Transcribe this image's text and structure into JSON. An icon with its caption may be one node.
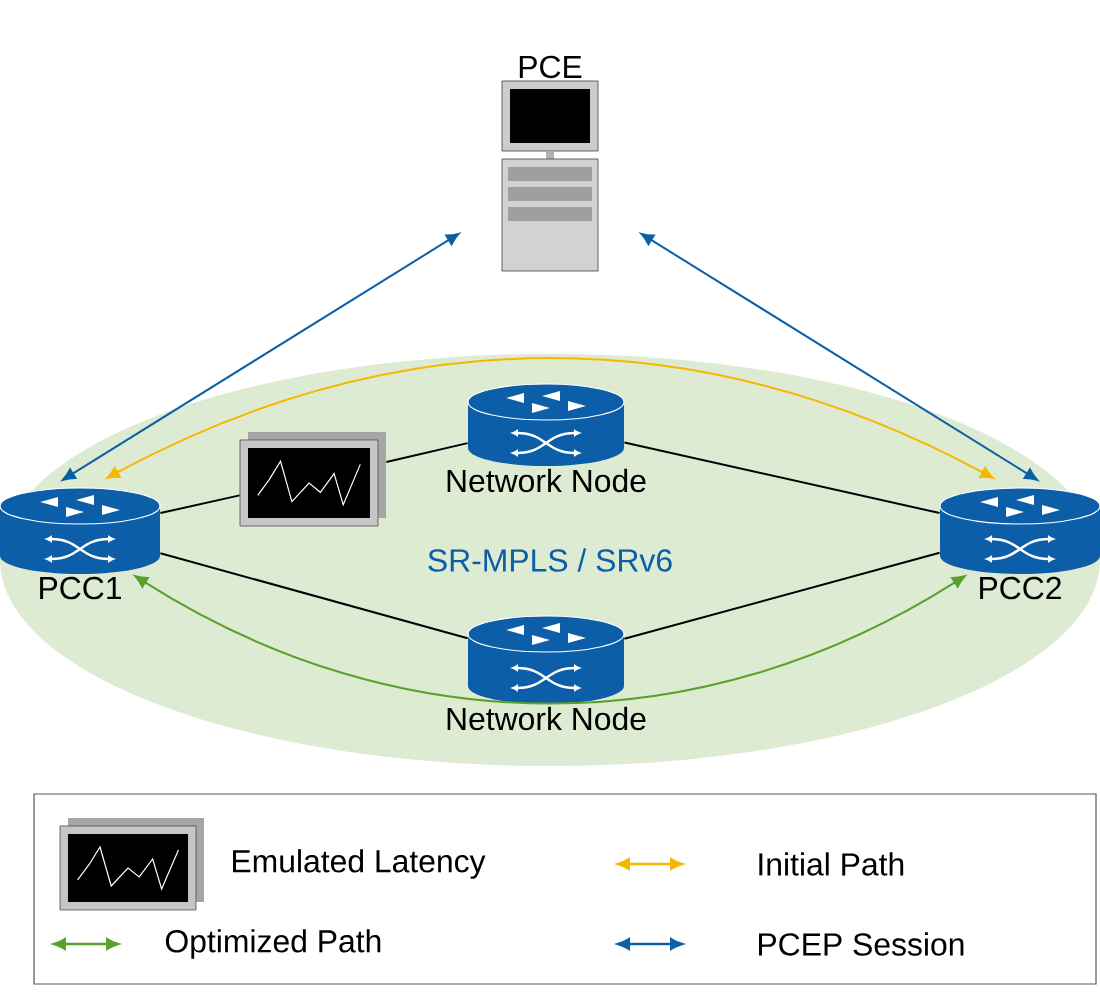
{
  "diagram": {
    "nodes": [
      {
        "text": [
          "PCE"
        ]
      },
      {
        "text": [
          "SR-MPLS / SRv6"
        ]
      },
      {
        "text": [
          "PCC1"
        ],
        "in": 1
      },
      {
        "text": [],
        "shape": "picture",
        "in": 1
      },
      {
        "text": [
          "Network Node"
        ],
        "in": 1
      },
      {
        "text": [
          "Network Node"
        ],
        "in": 1
      },
      {
        "text": [
          "PCC2"
        ],
        "in": 1
      }
    ],
    "edges": [
      {
        "from": 0,
        "to": 2,
        "arrow": "both",
        "color": "#0b5fa5"
      },
      {
        "from": 0,
        "to": 6,
        "arrow": "both",
        "color": "#0b5fa5"
      },
      {
        "from": 2,
        "to": 6,
        "arrow": "both",
        "color": "#f5b800"
      },
      {
        "from": 2,
        "to": 6,
        "arrow": "both",
        "color": "#5aa02c"
      },
      {
        "from": 2,
        "to": 3,
        "arrow": "none"
      },
      {
        "from": 3,
        "to": 4,
        "arrow": "none"
      },
      {
        "from": 4,
        "to": 6,
        "arrow": "none"
      },
      {
        "from": 2,
        "to": 5,
        "arrow": "none"
      },
      {
        "from": 5,
        "to": 6,
        "arrow": "none"
      }
    ],
    "legend": [
      {
        "text": "Emulated Latency"
      },
      {
        "text": "Initial Path"
      },
      {
        "text": "Optimized Path"
      },
      {
        "text": "PCEP Session"
      }
    ]
  }
}
